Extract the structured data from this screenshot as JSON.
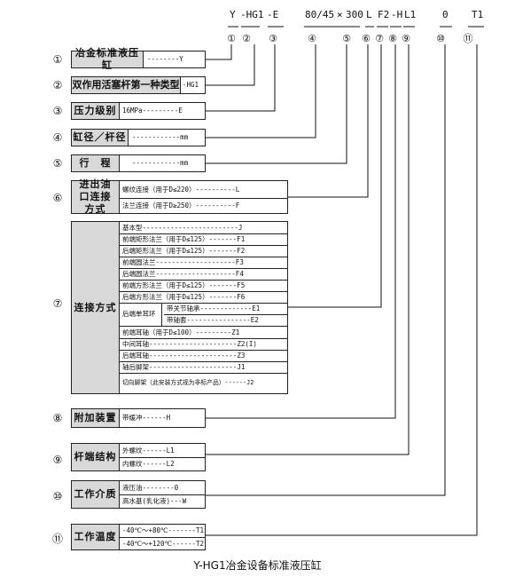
{
  "model_code": {
    "parts": [
      "Y",
      "-HG1",
      "-E",
      "80/45",
      "×",
      "300",
      "L",
      "F2",
      "-H",
      "L1",
      "0",
      "T1"
    ],
    "markers": [
      "①",
      "②",
      "③",
      "④",
      "⑤",
      "⑥",
      "⑦",
      "⑧",
      "⑨",
      "⑩",
      "⑪"
    ]
  },
  "sections": [
    {
      "num": "①",
      "label": "冶金标准液压缸",
      "options": [
        "--------Y"
      ]
    },
    {
      "num": "②",
      "label": "双作用活塞杆第一种类型",
      "options": [
        "-HG1"
      ]
    },
    {
      "num": "③",
      "label": "压力级别",
      "options": [
        "16MPa---------E"
      ]
    },
    {
      "num": "④",
      "label": "缸径／杆径",
      "options": [
        "------------mm"
      ]
    },
    {
      "num": "⑤",
      "label": "行　程",
      "options": [
        "------------mm"
      ]
    },
    {
      "num": "⑥",
      "label": "进出油口连接方式",
      "options": [
        "螺纹连接（用于D≤220）----------L",
        "法兰连接（用于D≥250）----------F"
      ]
    },
    {
      "num": "⑦",
      "label": "连接方式",
      "options": [
        "基本型------------------------J",
        "前端矩形法兰（用于D≤125）-------F1",
        "后端矩形法兰（用于D≤125）-------F2",
        "前端圆法兰--------------------F3",
        "后端圆法兰--------------------F4",
        "前端方形法兰（用于D≤125）-------F5",
        "后端方形法兰（用于D≤125）-------F6",
        "后端单耳环",
        "带关节轴承-------------E1",
        "带轴套----------------E2",
        "前端耳轴（用于D≤100）---------Z1",
        "中间耳轴----------------------Z2(I)",
        "后端耳轴----------------------Z3",
        "轴后脚架----------------------J1",
        "切向脚架（此安装方式视为非标产品）------J2"
      ]
    },
    {
      "num": "⑧",
      "label": "附加装置",
      "options": [
        "带缓冲------H"
      ]
    },
    {
      "num": "⑨",
      "label": "杆端结构",
      "options": [
        "外螺纹------L1",
        "内螺纹------L2"
      ]
    },
    {
      "num": "⑩",
      "label": "工作介质",
      "options": [
        "液压油--------0",
        "高水基(乳化液)---W"
      ]
    },
    {
      "num": "⑪",
      "label": "工作温度",
      "options": [
        "-40℃～+80℃-------T1",
        "-40℃～+120℃------T2"
      ]
    }
  ],
  "caption": "Y-HG1冶金设备标准液压缸"
}
